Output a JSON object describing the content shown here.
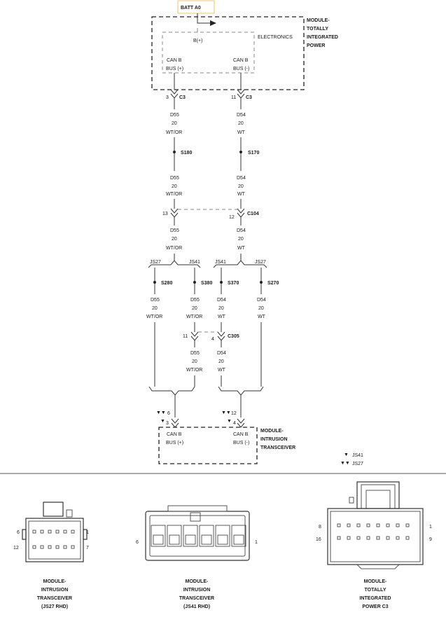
{
  "batt": "BATT A0",
  "tipm": {
    "line1": "MODULE-",
    "line2": "TOTALLY",
    "line3": "INTEGRATED",
    "line4": "POWER",
    "electronics": "ELECTRONICS",
    "bplus": "B(+)",
    "canb": "CAN B",
    "bus_pos": "BUS (+)",
    "bus_neg": "BUS (-)"
  },
  "pins": {
    "p3": "3",
    "p11": "11",
    "p13": "13",
    "p12": "12",
    "p4": "4",
    "p6": "6",
    "p11b": "11",
    "p12b": "12",
    "p3b": "3",
    "p4b": "4"
  },
  "connectors": {
    "c3": "C3",
    "c104": "C104",
    "c305": "C305"
  },
  "splices": {
    "s180": "S180",
    "s170": "S170",
    "s280": "S280",
    "s380": "S380",
    "s370": "S370",
    "s270": "S270"
  },
  "wires": {
    "d55": "D55",
    "d54": "D54",
    "gauge": "20",
    "wtor": "WT/OR",
    "wt": "WT"
  },
  "variants": {
    "js27": "JS27",
    "js41": "JS41"
  },
  "itm": {
    "line1": "MODULE-",
    "line2": "INTRUSION",
    "line3": "TRANSCEIVER",
    "canb": "CAN B",
    "bus_pos": "BUS (+)",
    "bus_neg": "BUS (-)"
  },
  "legend": {
    "js41": "JS41",
    "js27": "JS27"
  },
  "views": {
    "v1": {
      "l1": "MODULE-",
      "l2": "INTRUSION",
      "l3": "TRANSCEIVER",
      "l4": "(JS27 RHD)",
      "pin_tl": "6",
      "pin_bl": "12",
      "pin_tr": "1",
      "pin_br": "7"
    },
    "v2": {
      "l1": "MODULE-",
      "l2": "INTRUSION",
      "l3": "TRANSCEIVER",
      "l4": "(JS41 RHD)",
      "pin_l": "6",
      "pin_r": "1"
    },
    "v3": {
      "l1": "MODULE-",
      "l2": "TOTALLY",
      "l3": "INTEGRATED",
      "l4": "POWER C3",
      "pin_tl": "8",
      "pin_bl": "16",
      "pin_tr": "1",
      "pin_br": "9"
    }
  }
}
